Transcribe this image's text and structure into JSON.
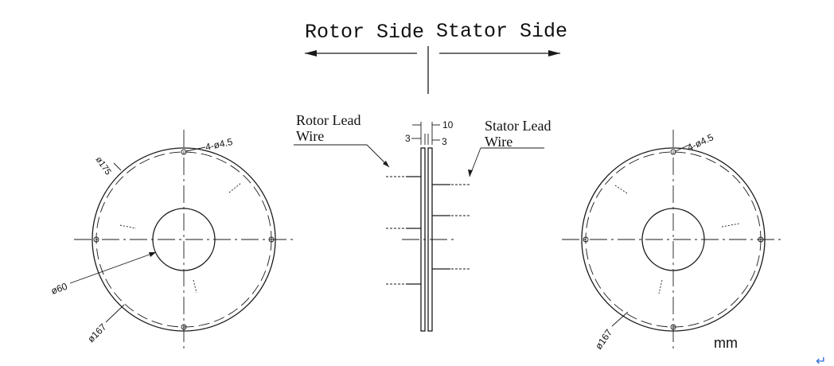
{
  "header": {
    "rotor_side": "Rotor Side",
    "stator_side": "Stator Side"
  },
  "side_view": {
    "rotor_lead_wire_line1": "Rotor Lead",
    "rotor_lead_wire_line2": "Wire",
    "stator_lead_wire_line1": "Stator Lead",
    "stator_lead_wire_line2": "Wire",
    "dim_total": "10",
    "dim_left": "3",
    "dim_right": "3"
  },
  "left_view": {
    "dim_outer": "ø175",
    "dim_holes": "4-ø4.5",
    "dim_inner": "ø60",
    "dim_pitch": "ø167"
  },
  "right_view": {
    "dim_holes": "4-ø4.5",
    "dim_pitch": "ø167"
  },
  "units": "mm",
  "return_symbol": "↵"
}
